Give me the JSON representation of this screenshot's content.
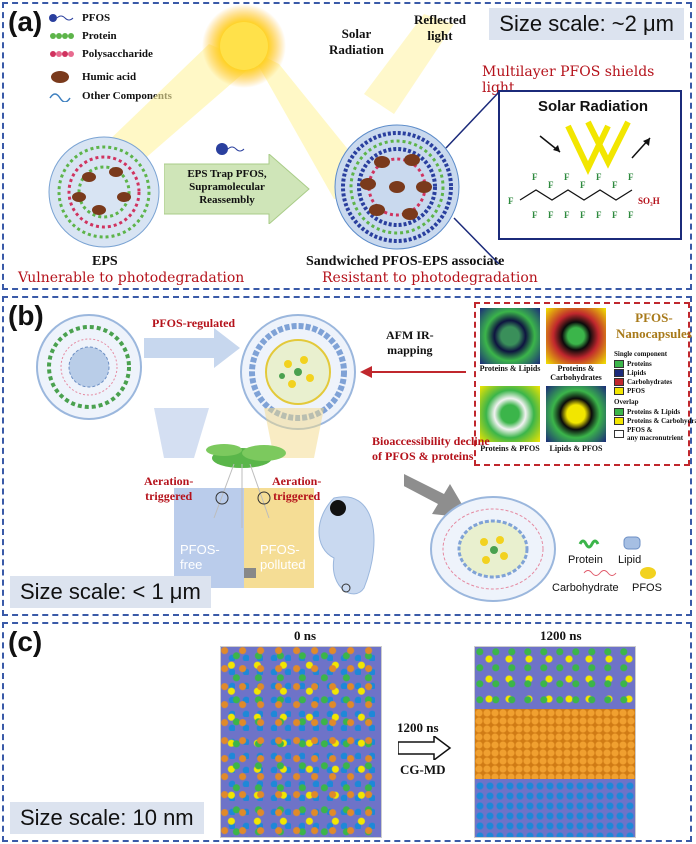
{
  "panel_a": {
    "label": "(a)",
    "scale": "Size scale: ~2 μm",
    "legend": [
      {
        "label": "PFOS",
        "icon": "pfos-icon",
        "color": "#2a3f9e"
      },
      {
        "label": "Protein",
        "icon": "protein-icon",
        "color": "#5db44a"
      },
      {
        "label": "Polysaccharide",
        "icon": "polysaccharide-icon",
        "color": "#d0335f"
      },
      {
        "label": "Humic acid",
        "icon": "humic-acid-icon",
        "color": "#7a3a1c"
      },
      {
        "label": "Other Components",
        "icon": "other-components-icon",
        "color": "#3d7fbf"
      }
    ],
    "solar_radiation": "Solar\nRadiation",
    "reflected_light": "Reflected\nlight",
    "arrow_text": "EPS Trap PFOS,\nSupramolecular\nReassembly",
    "eps_label": "EPS",
    "eps_sub": "Vulnerable to photodegradation",
    "sandwich_label": "Sandwiched PFOS-EPS associate",
    "sandwich_sub": "Resistant to photodegradation",
    "shield_text": "Multilayer PFOS shields light",
    "inset_title": "Solar Radiation",
    "so3h": "SO₃H"
  },
  "panel_b": {
    "label": "(b)",
    "scale": "Size scale: < 1 μm",
    "pfos_regulated": "PFOS-regulated",
    "afm": "AFM IR-\nmapping",
    "aeration_left": "Aeration-\ntriggered",
    "aeration_right": "Aeration-\ntriggered",
    "bioaccess": "Bioaccessibility decline\nof PFOS & proteins",
    "pfos_free": "PFOS-\nfree",
    "pfos_polluted": "PFOS-\npolluted",
    "nanocapsules": "PFOS-\nNanocapsules",
    "tiles": [
      "Proteins & Lipids",
      "Proteins &\nCarbohydrates",
      "Proteins & PFOS",
      "Lipids & PFOS"
    ],
    "afm_legend_single": "Single component",
    "afm_legend": [
      {
        "label": "Proteins",
        "color": "#3bb54a"
      },
      {
        "label": "Lipids",
        "color": "#1b2a7a"
      },
      {
        "label": "Carbohydrates",
        "color": "#c0272d"
      },
      {
        "label": "PFOS",
        "color": "#f2e600"
      }
    ],
    "afm_overlap": "Overlap",
    "afm_overlap_legend": [
      {
        "label": "Proteins & Lipids",
        "color": "#3bb54a"
      },
      {
        "label": "Proteins & Carbohydrates",
        "color": "#f2e600"
      },
      {
        "label": "PFOS &\nany macronutrient",
        "color": "#ffffff"
      }
    ],
    "legend": {
      "protein": "Protein",
      "lipid": "Lipid",
      "carbohydrate": "Carbohydrate",
      "pfos": "PFOS"
    }
  },
  "panel_c": {
    "label": "(c)",
    "scale": "Size scale: 10 nm",
    "t0": "0 ns",
    "t1": "1200 ns",
    "arrow_top": "1200 ns",
    "arrow_bottom": "CG-MD"
  },
  "colors": {
    "border": "#3a5aa8",
    "accent_red": "#b5121b",
    "scale_bg": "#dce3ef"
  }
}
